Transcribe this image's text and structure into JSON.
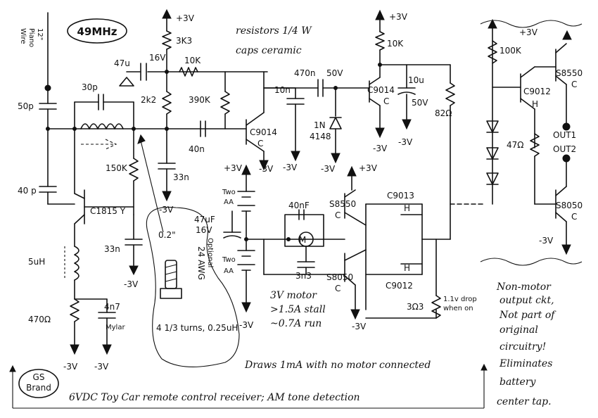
{
  "title": "6VDC  Toy Car remote control receiver; AM tone detection",
  "frequency": "49MHz",
  "brand": [
    "GS",
    "Brand"
  ],
  "notes": {
    "resistors": "resistors 1/4 W",
    "caps": "caps ceramic",
    "antenna": [
      "Piano",
      "Wire",
      "12\""
    ],
    "draws": "Draws 1mA with no motor connected",
    "motor": [
      "3V motor",
      ">1.5A stall",
      "~0.7A run"
    ],
    "drop": [
      "1.1v drop",
      "when on"
    ],
    "coil_dim": "0.2\"",
    "coil_wire": "24 AWG",
    "coil_turns": "4 1/3 turns, 0.25uH",
    "optional": "Optional",
    "nonmotor": [
      "Non-motor",
      "output ckt,",
      "Not part of",
      "original",
      "circuitry!",
      "Eliminates",
      "battery",
      "center tap."
    ]
  },
  "components": {
    "c_50p": "50p",
    "c_30p": "30p",
    "c_40p": "40 p",
    "c_47u_a": "47u",
    "v_16": "16V",
    "r_3k3": "3K3",
    "r_10k_a": "10K",
    "r_2k2": "2k2",
    "r_390k": "390K",
    "c_10n": "10n",
    "c_470n": "470n",
    "v_50": "50V",
    "c_40n": "40n",
    "c_33n_a": "33n",
    "r_150k": "150K",
    "q_c1815": "C1815 Y",
    "c_33n_b": "33n",
    "l_5uh": "5uH",
    "r_470": "470Ω",
    "c_4n7": "4n7",
    "mylar": "Mylar",
    "q_c9014_a": "C9014",
    "q_c9014_a_sfx": "C",
    "d_1n": "1N",
    "d_4148": "4148",
    "q_c9014_b": "C9014",
    "q_c9014_b_sfx": "C",
    "c_10u": "10u",
    "r_10k_b": "10K",
    "r_82": "82Ω",
    "bat_a": [
      "Two",
      "AA"
    ],
    "bat_b": [
      "Two",
      "AA"
    ],
    "c_47uf": "47uF",
    "c_40nf": "40nF",
    "q_s8550": "S8550",
    "q_s8550_sfx": "C",
    "q_c9013": "C9013",
    "q_s8050": "S8050",
    "q_s8050_sfx": "C",
    "q_c9012": "C9012",
    "c_3n3": "3n3",
    "r_3r3": "3Ω3",
    "h": "H",
    "r_100k": "100K",
    "q_c9012_b": "C9012",
    "q_s8550_b": "S8550",
    "q_s8550_b_sfx": "C",
    "r_47": "47Ω",
    "q_s8050_b": "S8050",
    "q_s8050_b_sfx": "C",
    "out1": "OUT1",
    "out2": "OUT2"
  },
  "rails": {
    "pos": "+3V",
    "neg": "-3V"
  }
}
